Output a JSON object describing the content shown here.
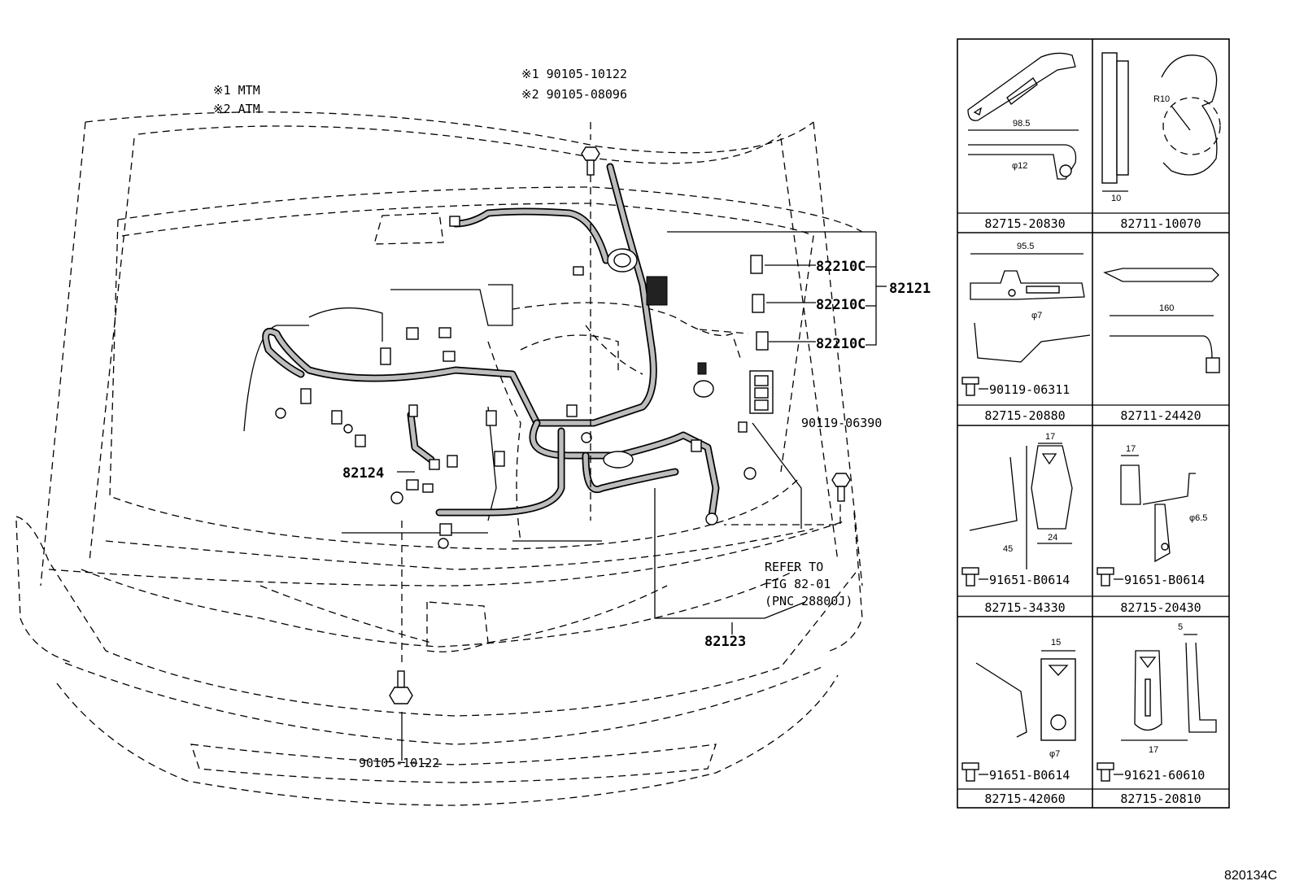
{
  "figure_code": "820134C",
  "legend": {
    "item1": "※1  MTM",
    "item2": "※2  ATM"
  },
  "callouts": {
    "top_bolt_line1": "※1 90105-10122",
    "top_bolt_line2": "※2 90105-08096",
    "relay_a": "82210C",
    "relay_b": "82210C",
    "relay_c": "82210C",
    "main_harness": "82121",
    "ground_bolt": "90119-06390",
    "sub_harness": "82124",
    "refer_line1": "REFER TO",
    "refer_line2": "FIG 82-01",
    "refer_line3": "(PNC 28800J)",
    "battery_cable": "82123",
    "front_bolt": "90105-10122"
  },
  "parts_table": [
    {
      "part": "82715-20830",
      "dims": [
        "98.5",
        "φ12"
      ],
      "bolt": ""
    },
    {
      "part": "82711-10070",
      "dims": [
        "R10",
        "10"
      ],
      "bolt": ""
    },
    {
      "part": "82715-20880",
      "dims": [
        "95.5",
        "φ7"
      ],
      "bolt": "90119-06311"
    },
    {
      "part": "82711-24420",
      "dims": [
        "160"
      ],
      "bolt": ""
    },
    {
      "part": "82715-34330",
      "dims": [
        "17",
        "45",
        "24"
      ],
      "bolt": "91651-B0614"
    },
    {
      "part": "82715-20430",
      "dims": [
        "17",
        "φ6.5"
      ],
      "bolt": "91651-B0614"
    },
    {
      "part": "82715-42060",
      "dims": [
        "15",
        "φ7"
      ],
      "bolt": "91651-B0614"
    },
    {
      "part": "82715-20810",
      "dims": [
        "5",
        "17"
      ],
      "bolt": "91621-60610"
    }
  ]
}
